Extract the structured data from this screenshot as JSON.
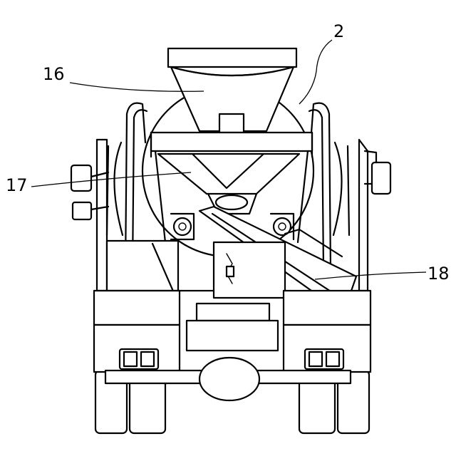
{
  "figure": {
    "callouts": [
      {
        "id": "callout-2",
        "label": "2"
      },
      {
        "id": "callout-16",
        "label": "16"
      },
      {
        "id": "callout-17",
        "label": "17"
      },
      {
        "id": "callout-18",
        "label": "18"
      }
    ]
  }
}
